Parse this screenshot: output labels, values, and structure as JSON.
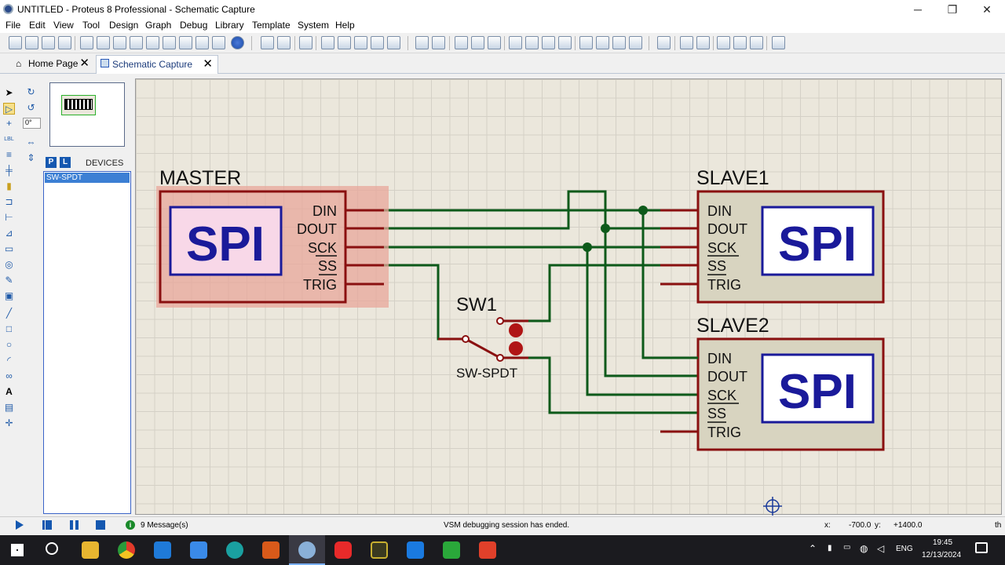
{
  "window": {
    "title": "UNTITLED - Proteus 8 Professional - Schematic Capture",
    "min": "─",
    "max": "❐",
    "close": "✕"
  },
  "menu": [
    "File",
    "Edit",
    "View",
    "Tool",
    "Design",
    "Graph",
    "Debug",
    "Library",
    "Template",
    "System",
    "Help"
  ],
  "tabs": [
    {
      "label": "Home Page",
      "close": "✕"
    },
    {
      "label": "Schematic Capture",
      "close": "✕"
    }
  ],
  "rotation": {
    "angle": "0°"
  },
  "devices": {
    "p": "P",
    "l": "L",
    "header": "DEVICES",
    "items": [
      "SW-SPDT"
    ]
  },
  "schematic": {
    "master": {
      "name": "MASTER",
      "logo": "SPI",
      "pins": [
        "DIN",
        "DOUT",
        "SCK",
        "SS",
        "TRIG"
      ]
    },
    "slave1": {
      "name": "SLAVE1",
      "logo": "SPI",
      "pins": [
        "DIN",
        "DOUT",
        "SCK",
        "SS",
        "TRIG"
      ]
    },
    "slave2": {
      "name": "SLAVE2",
      "logo": "SPI",
      "pins": [
        "DIN",
        "DOUT",
        "SCK",
        "SS",
        "TRIG"
      ]
    },
    "switch": {
      "ref": "SW1",
      "value": "SW-SPDT"
    },
    "colors": {
      "wire": "#0d5a1a",
      "pin": "#8a1010",
      "body": "#d8d4c0",
      "logo": "#1a1a9a",
      "highlight": "#e8a79b"
    }
  },
  "status": {
    "messages": "9 Message(s)",
    "info": "VSM debugging session has ended.",
    "x_label": "x:",
    "x_value": "-700.0",
    "y_label": "y:",
    "y_value": "+1400.0",
    "trail": "th"
  },
  "taskbar": {
    "lang": "ENG",
    "time": "19:45",
    "date": "12/13/2024"
  }
}
